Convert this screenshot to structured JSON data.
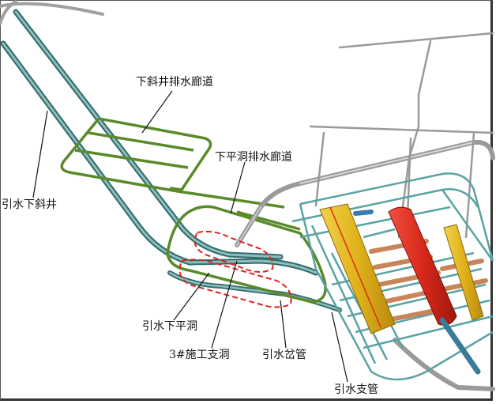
{
  "labels": {
    "lower_incline_drain": "下斜井排水廊道",
    "lower_flat_drain": "下平洞排水廊道",
    "diversion_lower_incline": "引水下斜井",
    "diversion_lower_flat": "引水下平洞",
    "construction_adit_3": "3#施工支洞",
    "diversion_bifurcation": "引水岔管",
    "diversion_branch": "引水支管"
  },
  "colors": {
    "pipe": "#2f6b6b",
    "pipe_light": "#8fbcbc",
    "drain": "#5a8a2a",
    "grey": "#9a9a9a",
    "yellow": "#e0b21a",
    "red": "#d8281a",
    "copper": "#c8845a",
    "dash": "#e02020"
  }
}
